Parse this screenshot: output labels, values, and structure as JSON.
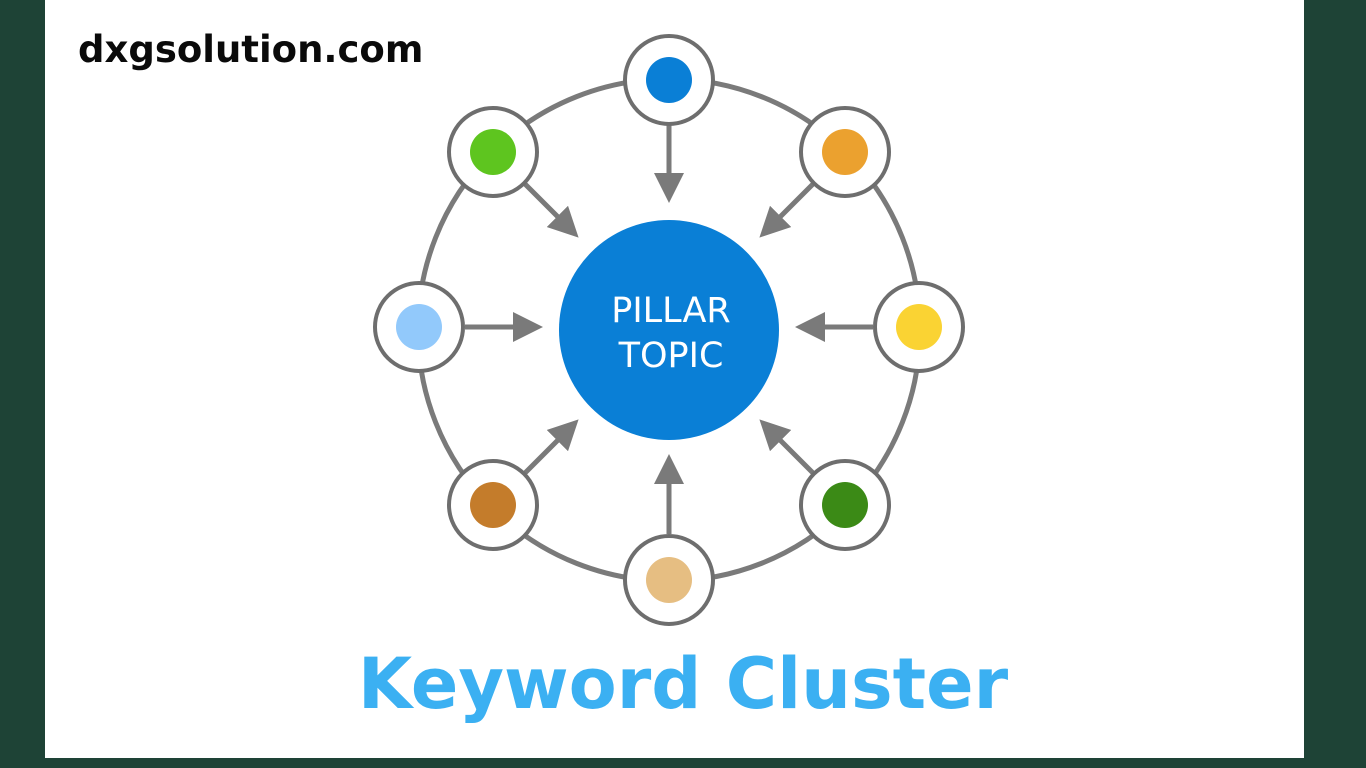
{
  "header": {
    "site_label": "dxgsolution.com"
  },
  "diagram": {
    "center": {
      "line1": "PILLAR",
      "line2": "TOPIC",
      "color": "#0a7fd6"
    },
    "ring_color": "#7a7a7a",
    "arrow_color": "#7a7a7a",
    "nodes": [
      {
        "position": "top",
        "color": "#0a7fd6"
      },
      {
        "position": "top-right",
        "color": "#eba12f"
      },
      {
        "position": "right",
        "color": "#fad333"
      },
      {
        "position": "bottom-right",
        "color": "#3b8a16"
      },
      {
        "position": "bottom",
        "color": "#e6be82"
      },
      {
        "position": "bottom-left",
        "color": "#c47c2b"
      },
      {
        "position": "left",
        "color": "#92c9fb"
      },
      {
        "position": "top-left",
        "color": "#5ec51f"
      }
    ]
  },
  "footer": {
    "title": "Keyword Cluster",
    "title_color": "#3bb0f2"
  },
  "colors": {
    "background": "#1e4336",
    "panel": "#ffffff"
  }
}
